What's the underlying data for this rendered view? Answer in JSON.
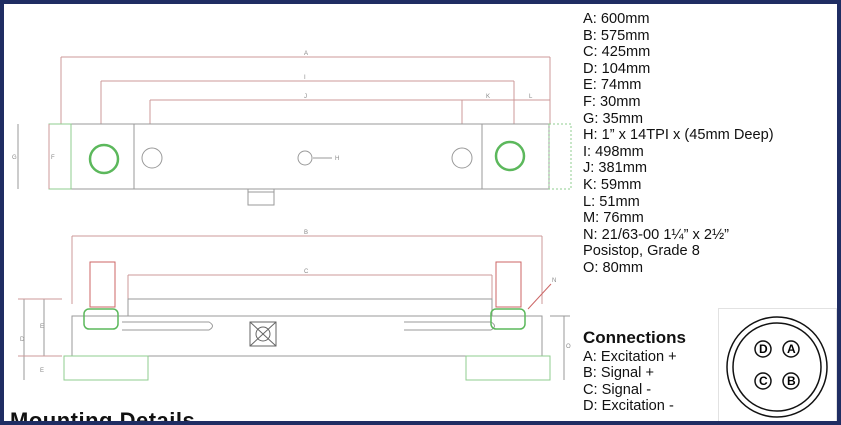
{
  "dimensions": [
    "A: 600mm",
    "B: 575mm",
    "C: 425mm",
    "D: 104mm",
    "E: 74mm",
    "F: 30mm",
    "G: 35mm",
    "H: 1” x 14TPI x (45mm Deep)",
    "I: 498mm",
    "J: 381mm",
    "K: 59mm",
    "L: 51mm",
    "M: 76mm",
    "N: 21/63-00 1¼” x 2½”",
    "Posistop, Grade 8",
    "O: 80mm"
  ],
  "connections": {
    "title": "Connections",
    "items": [
      "A: Excitation +",
      "B: Signal +",
      "C: Signal -",
      "D: Excitation -"
    ]
  },
  "connector_pins": {
    "top_left": "D",
    "top_right": "A",
    "bottom_left": "C",
    "bottom_right": "B"
  },
  "drawing_labels": {
    "a": "A",
    "i": "I",
    "j": "J",
    "k": "K",
    "l": "L",
    "g": "G",
    "f": "F",
    "h": "H",
    "b": "B",
    "c": "C",
    "n": "N",
    "d": "D",
    "e": "E",
    "e2": "E",
    "o": "O"
  },
  "bottom_heading": "Mounting Details"
}
